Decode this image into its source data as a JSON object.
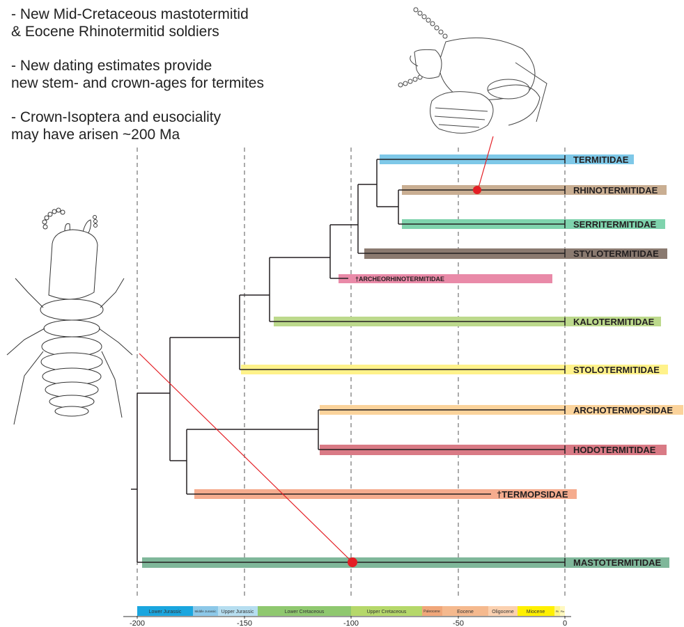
{
  "summary_points": [
    "- New Mid-Cretaceous mastotermitid\n& Eocene Rhinotermitid soldiers",
    "- New dating estimates provide\nnew stem- and crown-ages for termites",
    "- Crown-Isoptera and eusociality\nmay have arisen ~200 Ma"
  ],
  "axis": {
    "ticks": [
      "-200",
      "-150",
      "-100",
      "-50",
      "0"
    ]
  },
  "geologic_periods": [
    {
      "label": "Lower Jurassic",
      "color": "#1aa6df"
    },
    {
      "label": "Middle Jurassic",
      "color": "#8cc8e8"
    },
    {
      "label": "Upper Jurassic",
      "color": "#b6def0"
    },
    {
      "label": "Lower Cretaceous",
      "color": "#8fc86f"
    },
    {
      "label": "Upper Cretaceous",
      "color": "#b5d86a"
    },
    {
      "label": "Paleocene",
      "color": "#f0a77a"
    },
    {
      "label": "Eocene",
      "color": "#f5b98e"
    },
    {
      "label": "Oligocene",
      "color": "#fbd1b0"
    },
    {
      "label": "Miocene",
      "color": "#fff000"
    },
    {
      "label": "Pli",
      "color": "#fff58a"
    },
    {
      "label": "Ple",
      "color": "#fff8c0"
    }
  ],
  "taxa": [
    {
      "name": "TERMITIDAE",
      "color": "#7ec8e8",
      "extinct": false
    },
    {
      "name": "RHINOTERMITIDAE",
      "color": "#c9ae92",
      "extinct": false
    },
    {
      "name": "SERRITERMITIDAE",
      "color": "#7fd3ad",
      "extinct": false
    },
    {
      "name": "STYLOTERMITIDAE",
      "color": "#8a7a70",
      "extinct": false
    },
    {
      "name": "†ARCHEORHINOTERMITIDAE",
      "color": "#e98aa8",
      "extinct": true
    },
    {
      "name": "KALOTERMITIDAE",
      "color": "#bcd98c",
      "extinct": false
    },
    {
      "name": "STOLOTERMITIDAE",
      "color": "#fff28a",
      "extinct": false
    },
    {
      "name": "ARCHOTERMOPSIDAE",
      "color": "#fbd39b",
      "extinct": false
    },
    {
      "name": "HODOTERMITIDAE",
      "color": "#d97a85",
      "extinct": false
    },
    {
      "name": "†TERMOPSIDAE",
      "color": "#f5ac8e",
      "extinct": true
    },
    {
      "name": "MASTOTERMITIDAE",
      "color": "#7fb79a",
      "extinct": false
    }
  ],
  "fossil_markers": [
    {
      "taxon": "RHINOTERMITIDAE",
      "age_ma": -40
    },
    {
      "taxon": "MASTOTERMITIDAE",
      "age_ma": -100
    }
  ],
  "colors": {
    "marker": "#e31e24",
    "connector": "#e31e24",
    "tree": "#231f20"
  }
}
